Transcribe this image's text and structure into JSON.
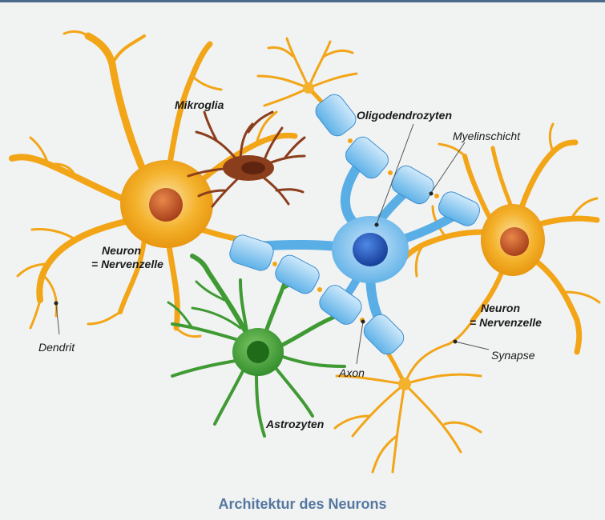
{
  "labels": {
    "mikroglia": "Mikroglia",
    "oligodendrozyten": "Oligodendrozyten",
    "myelinschicht": "Myelinschicht",
    "neuron_left_1": "Neuron",
    "neuron_left_2": "= Nervenzelle",
    "neuron_right_1": "Neuron",
    "neuron_right_2": "= Nervenzelle",
    "dendrit": "Dendrit",
    "synapse": "Synapse",
    "axon": "Axon",
    "astrozyten": "Astrozyten"
  },
  "caption": "Architektur des Neurons",
  "colors": {
    "background": "#f1f2f2",
    "neuron": "#f2a516",
    "neuron_nucleus": "#c4561e",
    "oligodendrocyte": "#5aaee6",
    "oligo_nucleus": "#1f55b8",
    "astrocyte": "#3f9a33",
    "microglia": "#8b3e1c",
    "caption": "#5578a0"
  }
}
